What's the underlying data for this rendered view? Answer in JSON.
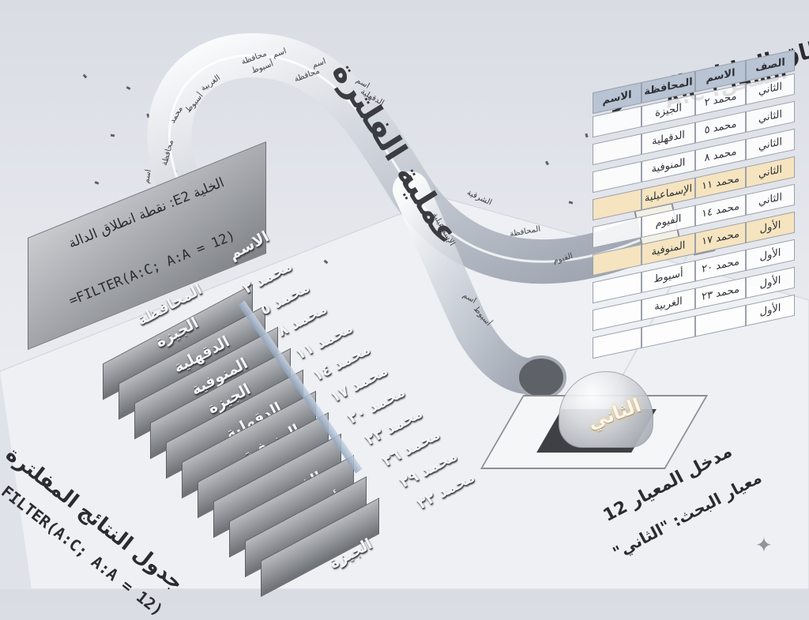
{
  "source": {
    "title": "نطاق البيانات المصدر",
    "subtitle": "السجل! A:C",
    "headers": [
      "الصف",
      "الاسم",
      "المحافظة",
      "الاسم"
    ],
    "col_row": [
      "الثاني",
      "الثاني",
      "الثاني",
      "الثاني",
      "الثاني",
      "الأول",
      "الأول",
      "الأول",
      "الأول"
    ],
    "col_name": [
      "محمد ٢",
      "محمد ٥",
      "محمد ٨",
      "محمد ١١",
      "محمد ١٤",
      "محمد ١٧",
      "محمد ٢٠",
      "محمد ٢٣"
    ],
    "col_gov": [
      "الجيزة",
      "الدقهلية",
      "المنوفية",
      "الإسماعيلية",
      "الفيوم",
      "المنوفية",
      "أسيوط",
      "الغربية"
    ]
  },
  "process": {
    "title": "عملية الفلترة",
    "tube_labels": [
      "اسم",
      "محافظة",
      "اسم",
      "أسيوط",
      "محافظة",
      "الغربية",
      "أسيوط",
      "محمد",
      "محافظة",
      "اسم",
      "الدقهلية",
      "اسم",
      "الشرقية",
      "الإسماعيلية",
      "اسم",
      "أسيوط",
      "الفيوم",
      "المحافظة"
    ]
  },
  "formula_block": {
    "cell_label": "الخلية E2: نقطة انطلاق الدالة",
    "formula": "=FILTER(A:C; A:A = 12)"
  },
  "results": {
    "title": "جدول النتائج المفلترة",
    "formula": "FILTER(A:C; A:A = 12)",
    "name_header": "الاسم",
    "gov_header": "المحافظة",
    "names": [
      "محمد ٢",
      "محمد ٥",
      "محمد ٨",
      "محمد ١١",
      "محمد ١٤",
      "محمد ١٧",
      "محمد ٢٠",
      "محمد ٢٣",
      "محمد ٢٦",
      "محمد ٢٩",
      "محمد ٣٢"
    ],
    "govs": [
      "الجيزة",
      "الدقهلية",
      "المنوفية",
      "الجيزة",
      "الدقهلية",
      "المنوفية",
      "الإسماعيلية",
      "الفيوم",
      "أسيوط",
      "الغربية",
      "الجيزة"
    ]
  },
  "criteria": {
    "title": "مدخل المعيار 12",
    "subtitle": "معيار البحث: \"الثاني\"",
    "dome_value": "الثاني"
  },
  "colors": {
    "metal_light": "#c9cbcf",
    "metal_dark": "#6c6f74",
    "header_blue": "#b8c3d3",
    "highlight": "#f5e4bf",
    "glow": "#e9c98a"
  },
  "icons": {
    "corner": "sparkle-icon"
  }
}
